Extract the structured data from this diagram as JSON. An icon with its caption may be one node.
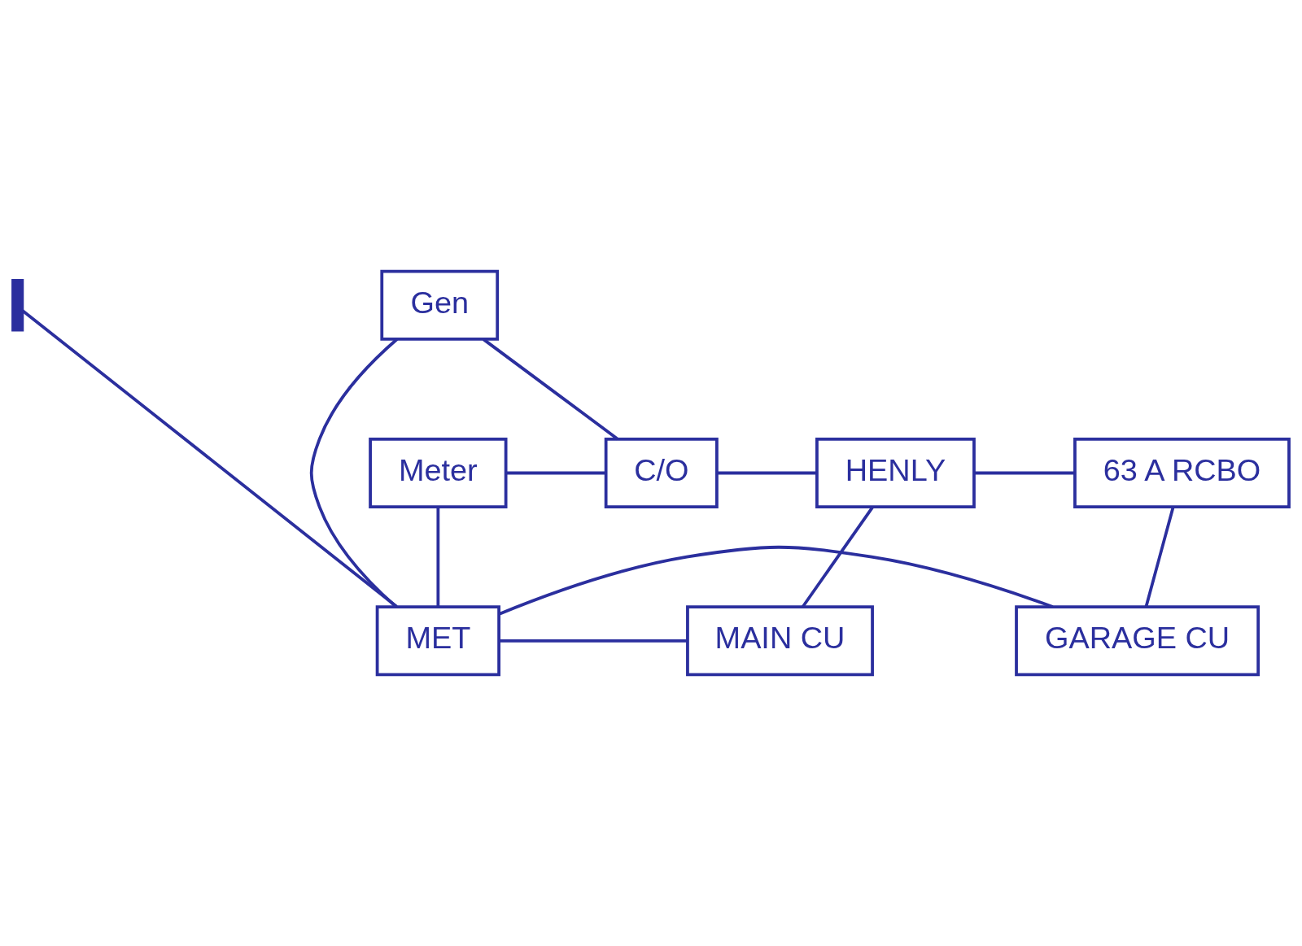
{
  "diagram": {
    "nodes": [
      {
        "text": [],
        "shape": "bar"
      },
      {
        "text": [
          "Gen"
        ]
      },
      {
        "text": [
          "Meter"
        ]
      },
      {
        "text": [
          "C/O"
        ]
      },
      {
        "text": [
          "HENLY"
        ]
      },
      {
        "text": [
          "63 A RCBO"
        ]
      },
      {
        "text": [
          "MET"
        ]
      },
      {
        "text": [
          "MAIN CU"
        ]
      },
      {
        "text": [
          "GARAGE CU"
        ]
      }
    ],
    "edges": [
      {
        "from": 0,
        "to": 6,
        "arrow": "none"
      },
      {
        "from": 1,
        "to": 6,
        "arrow": "none"
      },
      {
        "from": 1,
        "to": 3,
        "arrow": "none"
      },
      {
        "from": 2,
        "to": 3,
        "arrow": "none"
      },
      {
        "from": 3,
        "to": 4,
        "arrow": "none"
      },
      {
        "from": 4,
        "to": 5,
        "arrow": "none"
      },
      {
        "from": 4,
        "to": 7,
        "arrow": "none"
      },
      {
        "from": 5,
        "to": 8,
        "arrow": "none"
      },
      {
        "from": 2,
        "to": 6,
        "arrow": "none"
      },
      {
        "from": 6,
        "to": 7,
        "arrow": "none"
      },
      {
        "from": 6,
        "to": 8,
        "arrow": "none"
      }
    ]
  }
}
